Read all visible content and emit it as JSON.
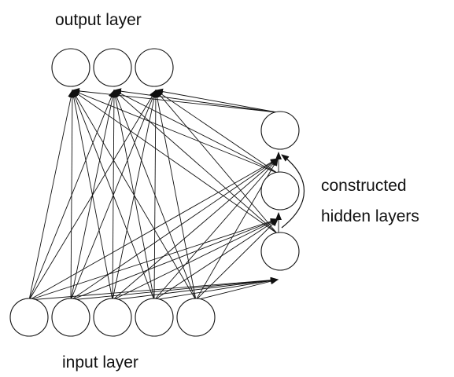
{
  "labels": {
    "output": "output layer",
    "input": "input layer",
    "hidden_line1": "constructed",
    "hidden_line2": "hidden layers"
  },
  "colors": {
    "stroke": "#111111",
    "node_fill": "#ffffff",
    "background": "#ffffff"
  },
  "structure": {
    "input_nodes": 5,
    "output_nodes": 3,
    "hidden_nodes": 3
  }
}
